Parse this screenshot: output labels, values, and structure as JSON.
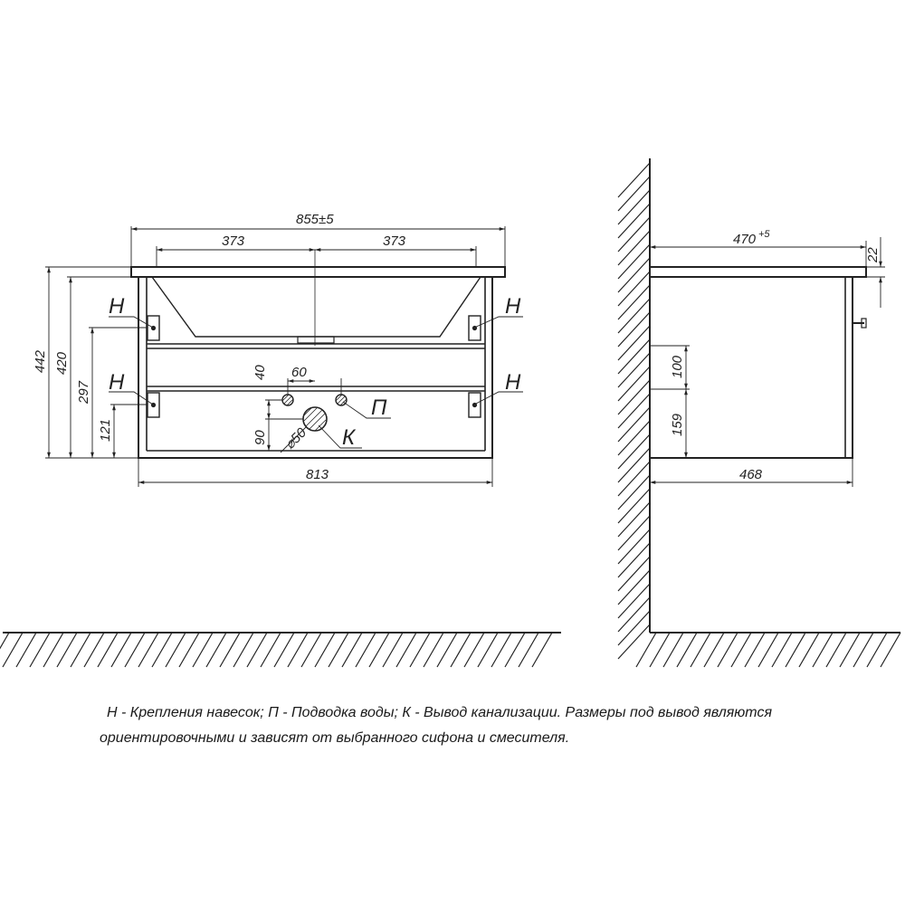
{
  "front_view": {
    "dims": {
      "overall_width": "855±5",
      "left_offset": "373",
      "right_offset": "373",
      "body_width": "813",
      "total_height": "442",
      "body_height": "420",
      "upper_mount_height": "297",
      "lower_mount_height": "121",
      "pipe_spacing": "60",
      "pipe_offset": "40",
      "drain_height": "90",
      "drain_diameter": "⌀50"
    },
    "labels": {
      "mount_tl": "Н",
      "mount_tr": "Н",
      "mount_bl": "Н",
      "mount_br": "Н",
      "water": "П",
      "drain": "К"
    }
  },
  "side_view": {
    "dims": {
      "top_depth": "470",
      "top_depth_tol": "+5",
      "top_thickness": "22",
      "drawer_gap": "100",
      "drawer_bottom": "159",
      "body_depth": "468"
    }
  },
  "legend": {
    "line1": "Н - Крепления навесок; П - Подводка воды; К - Вывод канализации. Размеры под вывод являются",
    "line2": "ориентировочными и зависят от выбранного сифона и смесителя."
  }
}
